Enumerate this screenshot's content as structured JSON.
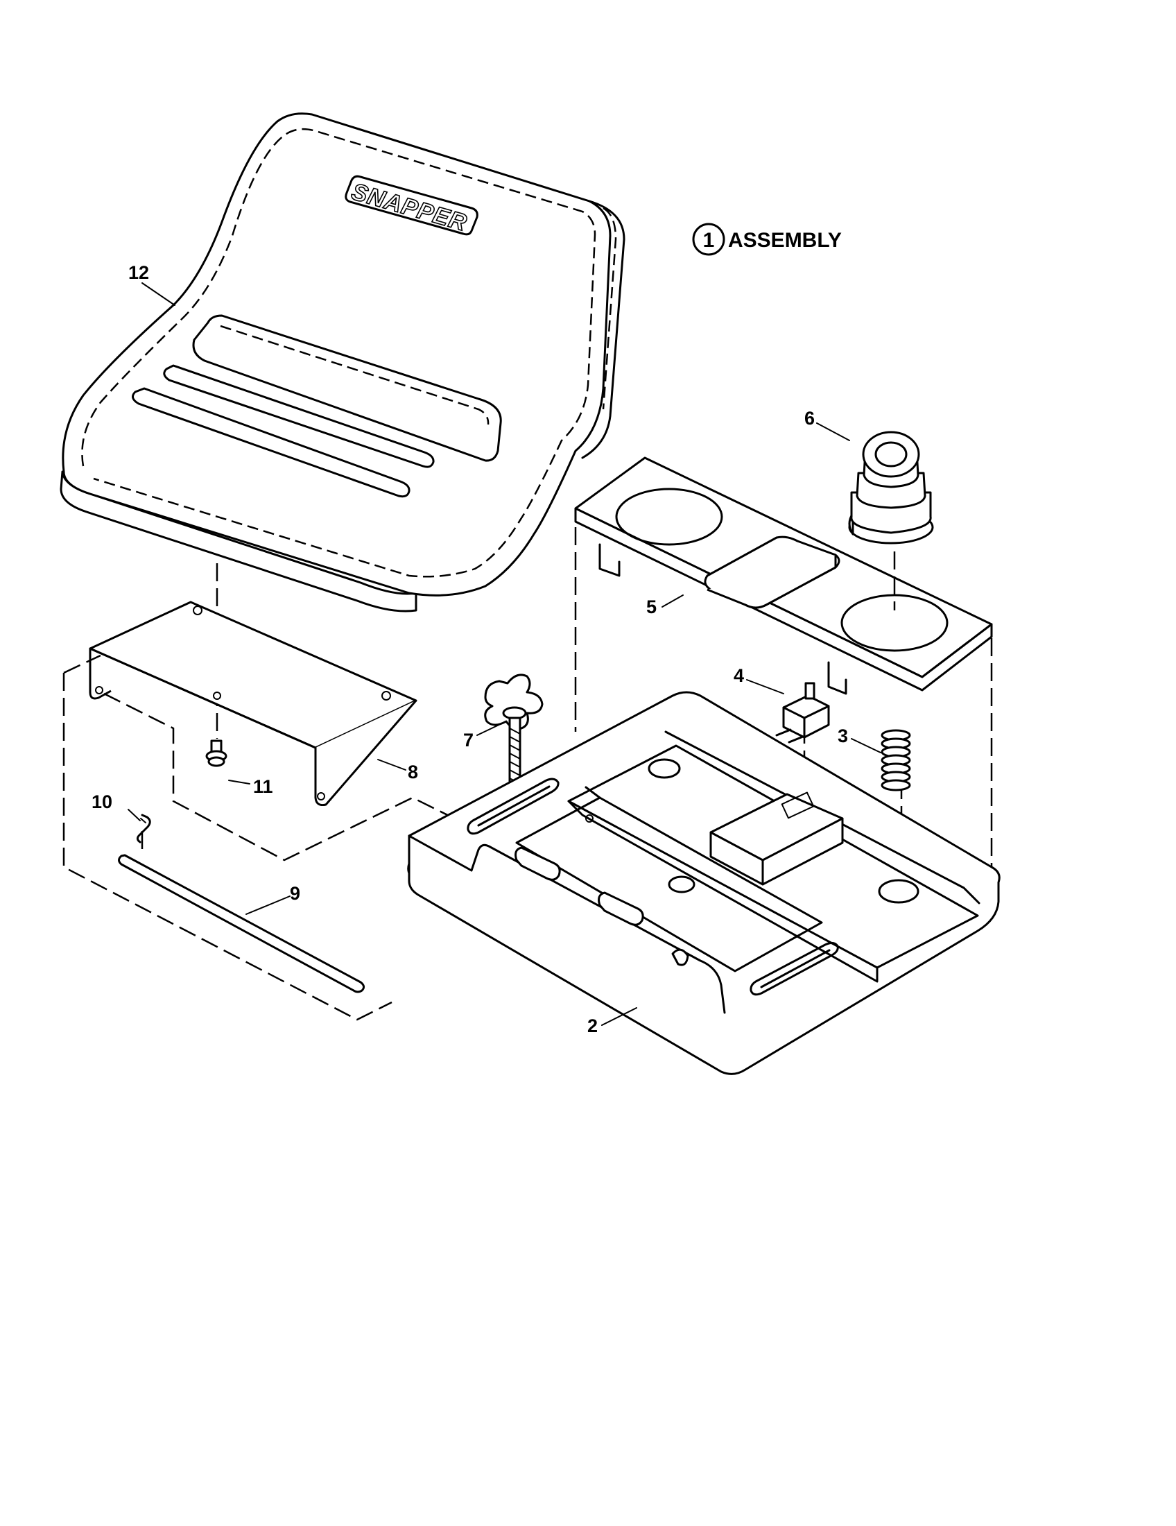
{
  "title": {
    "number": "1",
    "text": "ASSEMBLY"
  },
  "brand_label": "SNAPPER",
  "callouts": [
    {
      "id": "callout-2",
      "label": "2",
      "part": "seat-pan"
    },
    {
      "id": "callout-3",
      "label": "3",
      "part": "spring"
    },
    {
      "id": "callout-4",
      "label": "4",
      "part": "seat-switch"
    },
    {
      "id": "callout-5",
      "label": "5",
      "part": "spacer-plate"
    },
    {
      "id": "callout-6",
      "label": "6",
      "part": "bumper"
    },
    {
      "id": "callout-7",
      "label": "7",
      "part": "adjustment-knob"
    },
    {
      "id": "callout-8",
      "label": "8",
      "part": "hinge-bracket"
    },
    {
      "id": "callout-9",
      "label": "9",
      "part": "hinge-rod"
    },
    {
      "id": "callout-10",
      "label": "10",
      "part": "hairpin-clip"
    },
    {
      "id": "callout-11",
      "label": "11",
      "part": "screw"
    },
    {
      "id": "callout-12",
      "label": "12",
      "part": "seat"
    }
  ]
}
